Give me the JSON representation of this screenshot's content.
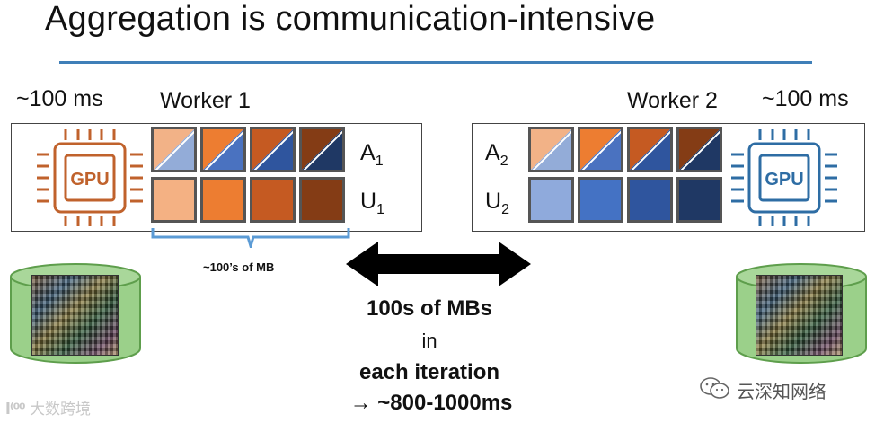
{
  "slide": {
    "title": "Aggregation is communication-intensive",
    "colors": {
      "rule": "#3f7fb8",
      "orange_gpu": "#c0622c",
      "blue_gpu": "#2e6da4",
      "green_db": "#9bd08a"
    }
  },
  "worker1": {
    "name": "Worker 1",
    "time": "~100 ms",
    "gpu_label": "GPU",
    "row_a": {
      "base": "A",
      "sub": "1"
    },
    "row_u": {
      "base": "U",
      "sub": "1"
    },
    "size_note": "~100’s of MB"
  },
  "worker2": {
    "name": "Worker 2",
    "time": "~100 ms",
    "gpu_label": "GPU",
    "row_a": {
      "base": "A",
      "sub": "2"
    },
    "row_u": {
      "base": "U",
      "sub": "2"
    }
  },
  "center": {
    "line1": "100s of MBs",
    "line2": "in",
    "line3": "each iteration",
    "line4": "→ ~800-1000ms"
  },
  "watermarks": {
    "left": "大数跨境",
    "right": "云深知网络"
  },
  "icons": [
    "gpu-chip-icon",
    "database-icon",
    "double-arrow-icon",
    "wechat-icon"
  ]
}
